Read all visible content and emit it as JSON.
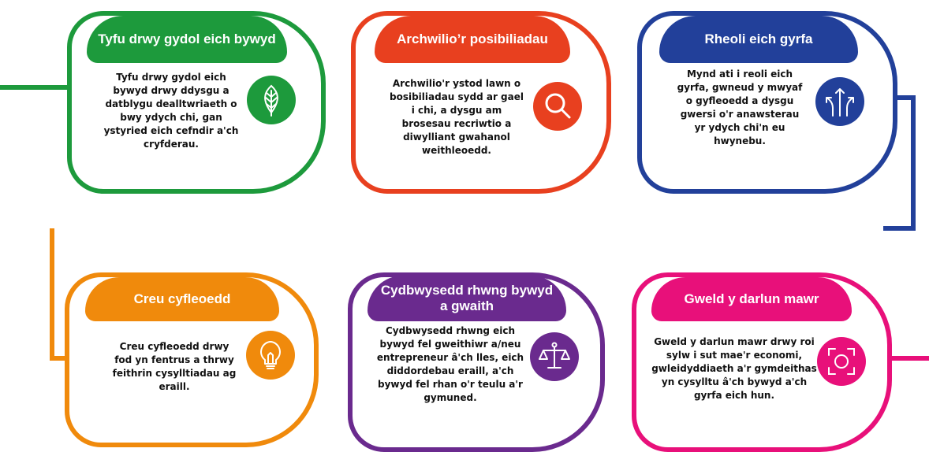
{
  "colors": {
    "green": "#1d9a3c",
    "red": "#e8401f",
    "blue": "#22409a",
    "orange": "#f08a0c",
    "purple": "#6a2a8e",
    "pink": "#e8107a"
  },
  "steps": [
    {
      "title": "Tyfu drwy gydol eich bywyd",
      "text": "Tyfu drwy gydol eich bywyd drwy ddysgu a datblygu dealltwriaeth o bwy ydych chi, gan ystyried eich cefndir a'ch cryfderau.",
      "icon": "leaf-icon"
    },
    {
      "title": "Archwilio’r posibiliadau",
      "text": "Archwilio'r ystod lawn o bosibiliadau sydd ar gael i chi, a dysgu am brosesau recriwtio a diwylliant gwahanol weithleoedd.",
      "icon": "magnifier-icon"
    },
    {
      "title": "Rheoli eich gyrfa",
      "text": "Mynd ati i reoli eich gyrfa, gwneud y mwyaf o gyfleoedd a dysgu gwersi o'r anawsterau yr ydych chi'n eu hwynebu.",
      "icon": "split-arrows-icon"
    },
    {
      "title": "Creu cyfleoedd",
      "text": "Creu cyfleoedd drwy fod yn fentrus a thrwy feithrin cysylltiadau ag eraill.",
      "icon": "lightbulb-icon"
    },
    {
      "title": "Cydbwysedd rhwng bywyd a gwaith",
      "text": "Cydbwysedd rhwng eich bywyd fel gweithiwr a/neu entrepreneur â'ch lles, eich diddordebau eraill, a'ch bywyd fel rhan o'r teulu a'r gymuned.",
      "icon": "scales-icon"
    },
    {
      "title": "Gweld y darlun mawr",
      "text": "Gweld y darlun mawr drwy roi sylw i sut mae'r economi, gwleidyddiaeth a'r gymdeithas yn cysylltu â'ch bywyd a'ch gyrfa eich hun.",
      "icon": "focus-frame-icon"
    }
  ]
}
